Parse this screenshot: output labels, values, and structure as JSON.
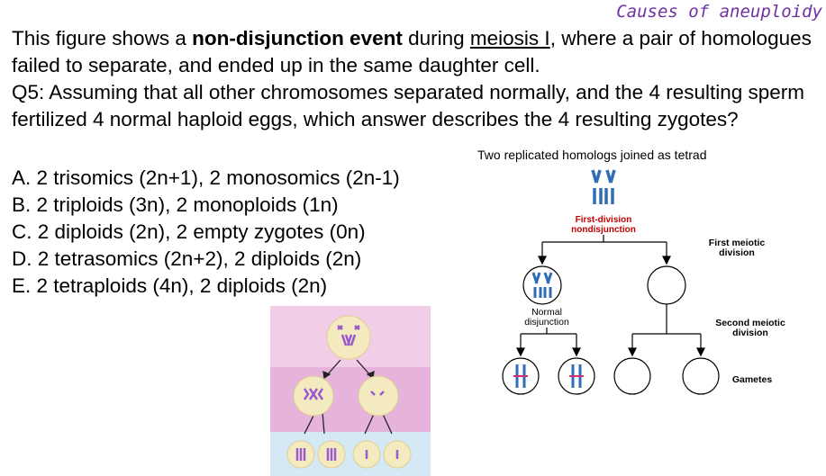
{
  "slide": {
    "corner_title": "Causes of aneuploidy",
    "intro_part1": "This figure shows a ",
    "intro_bold": "non-disjunction event",
    "intro_part2": " during ",
    "intro_underline": "meiosis I",
    "intro_part3": ", where a pair of homologues failed to separate, and ended up in the same daughter cell.",
    "question": "Q5: Assuming that all other chromosomes separated normally, and the 4 resulting sperm fertilized 4 normal haploid eggs, which answer describes the 4 resulting zygotes?",
    "answers": [
      "A. 2 trisomics (2n+1), 2 monosomics (2n-1)",
      "B. 2 triploids (3n), 2 monoploids (1n)",
      "C. 2 diploids (2n), 2 empty zygotes (0n)",
      "D. 2 tetrasomics (2n+2), 2 diploids (2n)",
      "E. 2 tetraploids (4n), 2 diploids (2n)"
    ]
  },
  "diagram": {
    "caption": "Two replicated homologs joined as tetrad",
    "first_division_line1": "First-division",
    "first_division_line2": "nondisjunction",
    "normal_line1": "Normal",
    "normal_line2": "disjunction",
    "first_meiotic_line1": "First meiotic",
    "first_meiotic_line2": "division",
    "second_meiotic_line1": "Second meiotic",
    "second_meiotic_line2": "division",
    "gametes": "Gametes"
  },
  "colors": {
    "title_purple": "#7030a0",
    "label_red": "#c00000",
    "chromosome_blue": "#2f6eb5",
    "band_pink": "#f1cde8",
    "band_magenta": "#e5b3dc",
    "band_blue": "#d5e8f5"
  }
}
